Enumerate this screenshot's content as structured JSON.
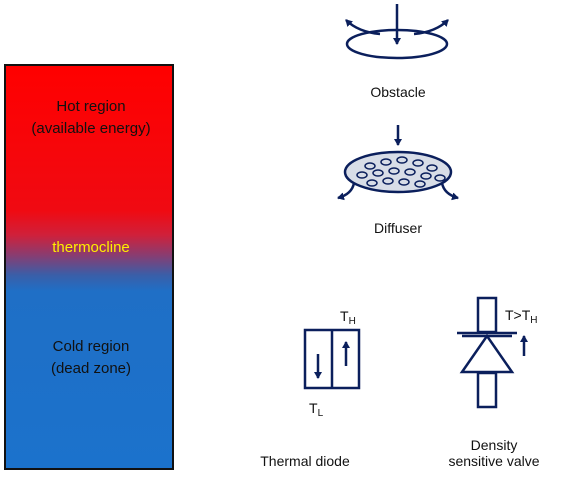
{
  "tank": {
    "hot_line1": "Hot region",
    "hot_line2": "(available energy)",
    "thermocline": "thermocline",
    "cold_line1": "Cold region",
    "cold_line2": "(dead zone)"
  },
  "devices": {
    "obstacle": "Obstacle",
    "diffuser": "Diffuser",
    "thermal_diode": "Thermal diode",
    "valve_line1": "Density",
    "valve_line2": "sensitive valve"
  },
  "symbols": {
    "t_high": "T",
    "t_high_sub": "H",
    "t_low": "T",
    "t_low_sub": "L",
    "t_cond": "T>T",
    "t_cond_sub": "H"
  },
  "colors": {
    "hot": "#ff0000",
    "cold": "#1b72cc",
    "thermocline": "#ffee00",
    "device_stroke": "#0b1f5c"
  }
}
